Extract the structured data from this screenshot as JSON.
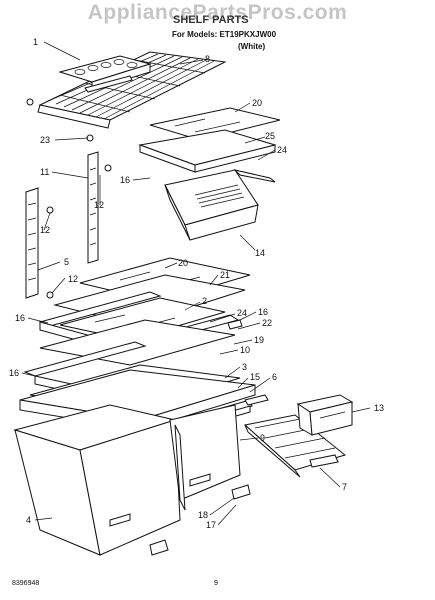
{
  "watermark": "AppliancePartsPros.com",
  "header": {
    "title": "SHELF PARTS",
    "models": "For Models: ET19PKXJW00",
    "color": "(White)"
  },
  "footer": {
    "doc_number": "8396948",
    "page_number": "9"
  },
  "callouts": [
    {
      "id": "c1",
      "label": "1"
    },
    {
      "id": "c8",
      "label": "8"
    },
    {
      "id": "c20a",
      "label": "20"
    },
    {
      "id": "c25",
      "label": "25"
    },
    {
      "id": "c24a",
      "label": "24"
    },
    {
      "id": "c23",
      "label": "23"
    },
    {
      "id": "c16a",
      "label": "16"
    },
    {
      "id": "c11",
      "label": "11"
    },
    {
      "id": "c12a",
      "label": "12"
    },
    {
      "id": "c12b",
      "label": "12"
    },
    {
      "id": "c14",
      "label": "14"
    },
    {
      "id": "c5",
      "label": "5"
    },
    {
      "id": "c12c",
      "label": "12"
    },
    {
      "id": "c20b",
      "label": "20"
    },
    {
      "id": "c21",
      "label": "21"
    },
    {
      "id": "c2",
      "label": "2"
    },
    {
      "id": "c16b",
      "label": "16"
    },
    {
      "id": "c24b",
      "label": "24"
    },
    {
      "id": "c16c",
      "label": "16"
    },
    {
      "id": "c22",
      "label": "22"
    },
    {
      "id": "c19",
      "label": "19"
    },
    {
      "id": "c10",
      "label": "10"
    },
    {
      "id": "c16d",
      "label": "16"
    },
    {
      "id": "c3",
      "label": "3"
    },
    {
      "id": "c15",
      "label": "15"
    },
    {
      "id": "c6",
      "label": "6"
    },
    {
      "id": "c13",
      "label": "13"
    },
    {
      "id": "c9",
      "label": "9"
    },
    {
      "id": "c7",
      "label": "7"
    },
    {
      "id": "c4",
      "label": "4"
    },
    {
      "id": "c18",
      "label": "18"
    },
    {
      "id": "c17",
      "label": "17"
    }
  ]
}
